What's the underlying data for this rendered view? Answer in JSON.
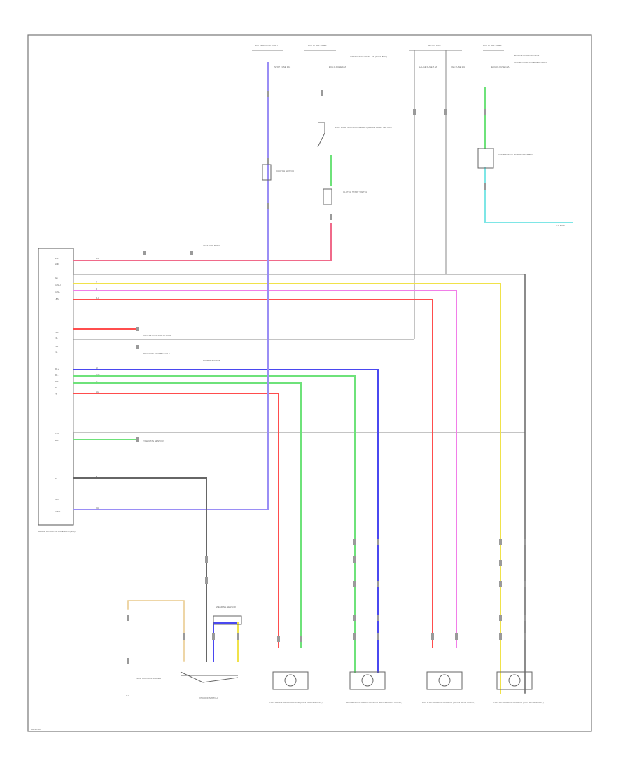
{
  "labels": {
    "fuse_hot_run_start": "HOT IN RUN OR START",
    "fuse_hot_at_all": "HOT AT ALL TIMES",
    "fuse_hot_in_run": "HOT IN RUN",
    "fuse_hot_at_all_2": "HOT AT ALL TIMES",
    "fuse_a": "STOP FUSE 10A",
    "fuse_b": "ECU-B FUSE 10A",
    "fuse_c": "GAUGE FUSE 7.5A",
    "fuse_d": "IG1 FUSE 10A",
    "fuse_e": "ECU-IG FUSE 10A",
    "ref_fuse_box": "INSTRUMENT PANEL J/B (FUSE BOX)",
    "ref_engine_room": "ENGINE ROOM R/B NO.2",
    "ref_under_dash": "UNDER DASH FUSE/RELAY BOX",
    "stop_lamp_switch": "STOP LAMP SWITCH ASSEMBLY (BRAKE LIGHT SWITCH)",
    "clutch_switch": "CLUTCH SWITCH",
    "clutch_start_sw": "CLUTCH START SWITCH",
    "combination_meter": "COMBINATION METER ASSEMBLY",
    "to_ecm": "TO ECM",
    "left_side_body": "LEFT SIDE BODY",
    "cruise_control": "CRUISE CONTROL SYSTEM",
    "data_link_conn": "DATA LINK CONNECTOR 3",
    "power_source": "POWER SOURCE",
    "yaw_rate_sensor": "YAW RATE SENSOR",
    "ecm_label": "BRAKE ACTUATOR ASSEMBLY (ABS)",
    "steering_sensor": "STEERING SENSOR",
    "ground_label": "G1",
    "ground_sw": "VSC OFF SWITCH",
    "skid_control": "SKID CONTROL BUZZER",
    "wheel_1": "LEFT FRONT SPEED SENSOR (LEFT FRONT WHEEL)",
    "wheel_2": "RIGHT FRONT SPEED SENSOR (RIGHT FRONT WHEEL)",
    "wheel_3": "RIGHT REAR SPEED SENSOR (RIGHT REAR WHEEL)",
    "wheel_4": "LEFT REAR SPEED SENSOR (LEFT REAR WHEEL)",
    "footer": "ABS/VSC"
  },
  "pins": [
    "STP",
    "GND",
    "IG1",
    "CANH",
    "CANL",
    "+BS",
    "FR+",
    "FR-",
    "FL+",
    "FL-",
    "RR+",
    "RR-",
    "RL+",
    "RL-",
    "TS",
    "CSW",
    "SP1",
    "BZ",
    "VSC",
    "GND2"
  ],
  "wire_codes": [
    "L-B",
    "G-R",
    "R-L",
    "P",
    "W",
    "Y",
    "B",
    "G",
    "LG",
    "GR"
  ],
  "colors": {
    "pink": "#f06a8a",
    "red": "#ff4d4d",
    "yellow": "#f0e24a",
    "magenta": "#f17ee8",
    "blue": "#4a48f0",
    "green": "#6ee27a",
    "cyan": "#7ee6e6",
    "black": "#666666",
    "lightblue": "#9a8ef5",
    "tan": "#e8c98a"
  }
}
